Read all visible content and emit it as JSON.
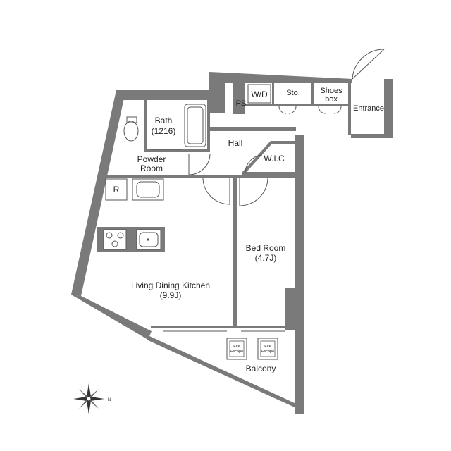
{
  "rooms": {
    "wd": "W/D",
    "storage": "Sto.",
    "shoes_line1": "Shoes",
    "shoes_line2": "box",
    "entrance": "Entrance",
    "ps": "PS",
    "bath_line1": "Bath",
    "bath_line2": "(1216)",
    "hall": "Hall",
    "powder_line1": "Powder",
    "powder_line2": "Room",
    "wic": "W.I.C",
    "fridge": "R",
    "bedroom_line1": "Bed Room",
    "bedroom_line2": "(4.7J)",
    "ldk_line1": "Living Dining Kitchen",
    "ldk_line2": "(9.9J)",
    "balcony": "Balcony",
    "fire_line1": "Fire",
    "fire_line2": "Escape"
  },
  "compass": {
    "north_letter": "N"
  },
  "colors": {
    "wall": "#7a7a7a",
    "line": "#555555"
  }
}
